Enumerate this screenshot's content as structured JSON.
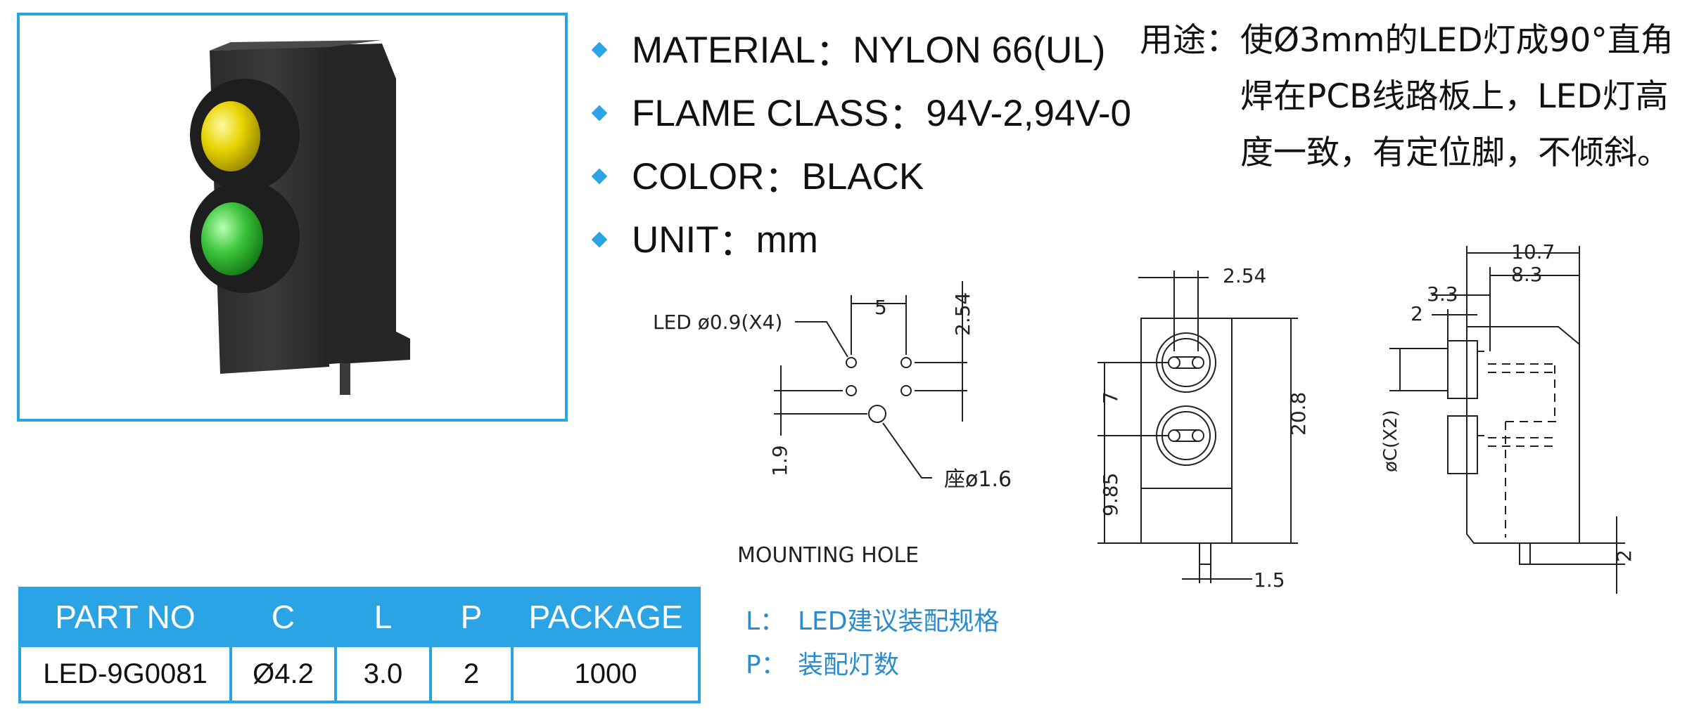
{
  "specs": [
    {
      "label": "MATERIAL",
      "sep": "：",
      "value": "NYLON 66(UL)"
    },
    {
      "label": "FLAME CLASS",
      "sep": "：",
      "value": "94V-2,94V-0"
    },
    {
      "label": "COLOR",
      "sep": "：",
      "value": "BLACK"
    },
    {
      "label": "UNIT",
      "sep": "：",
      "value": "mm"
    }
  ],
  "usage": {
    "label": "用途：",
    "text": "使Ø3mm的LED灯成90°直角焊在PCB线路板上，LED灯高度一致，有定位脚，不倾斜。"
  },
  "mounting_hole": {
    "title": "MOUNTING  HOLE",
    "led_label": "LED  ø0.9(X4)",
    "seat_label": "座ø1.6",
    "dim_5": "5",
    "dim_254": "2.54",
    "dim_19": "1.9"
  },
  "front_view": {
    "dim_254": "2.54",
    "dim_7": "7",
    "dim_208": "20.8",
    "dim_985": "9.85",
    "dim_15": "1.5"
  },
  "side_view": {
    "dim_107": "10.7",
    "dim_83": "8.3",
    "dim_33": "3.3",
    "dim_2a": "2",
    "dim_c": "øC(X2)",
    "dim_2b": "2"
  },
  "table": {
    "headers": [
      "PART NO",
      "C",
      "L",
      "P",
      "PACKAGE"
    ],
    "row": [
      "LED-9G0081",
      "Ø4.2",
      "3.0",
      "2",
      "1000"
    ]
  },
  "legend": [
    {
      "key": "L：",
      "text": "LED建议装配规格"
    },
    {
      "key": "P：",
      "text": "装配灯数"
    }
  ],
  "colors": {
    "accent": "#2aa4e4",
    "led_top": "#e8d800",
    "led_bottom": "#3cc43c"
  }
}
